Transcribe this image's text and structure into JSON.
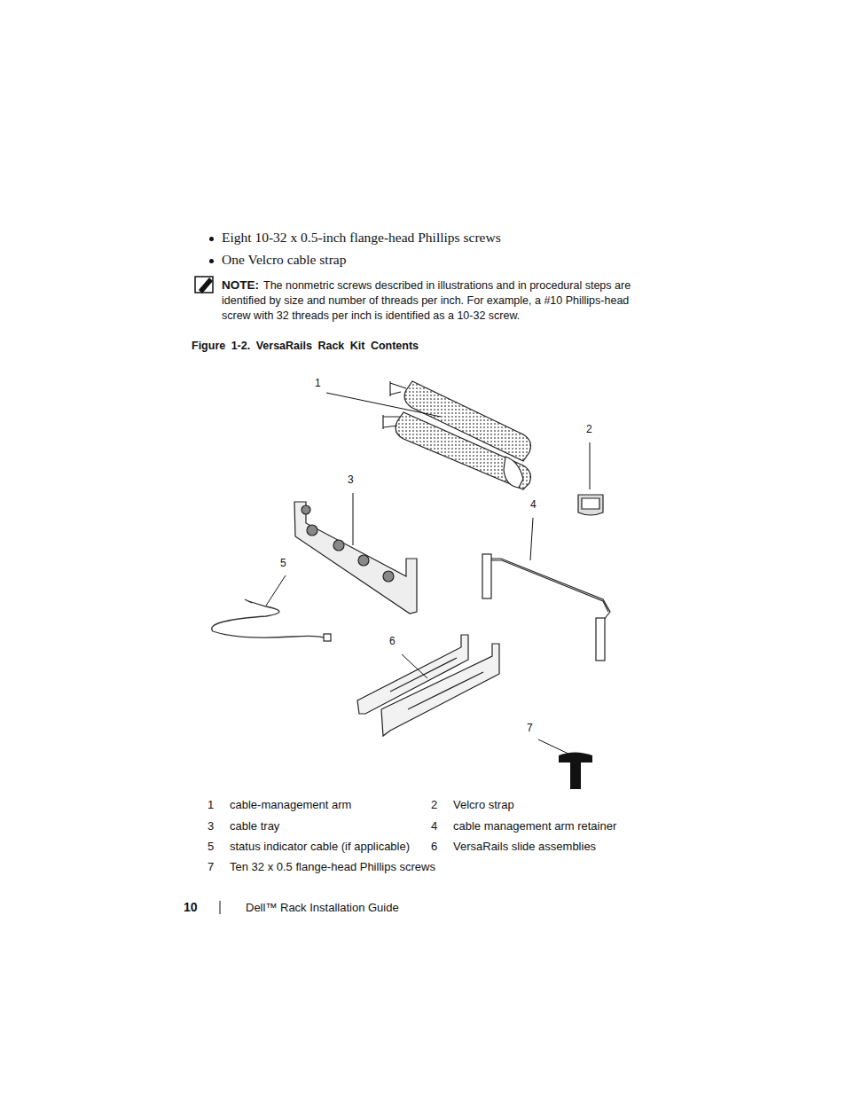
{
  "diagram": {
    "caption": "Figure 1-2. VersaRails Rack Kit Contents",
    "labels": [
      "Eight 10-32 x 0.5-inch flange-head Phillips screws",
      "One Velcro cable strap",
      "NOTE:",
      "The nonmetric screws described in illustrations and in procedural steps are identified by size and number of threads per inch. For example, a #10 Phillips-head screw with 32 threads per inch is identified as a 10-32 screw.",
      "1",
      "2",
      "3",
      "4",
      "5",
      "6",
      "7",
      "1",
      "cable-management arm",
      "2",
      "Velcro strap",
      "3",
      "cable tray",
      "4",
      "cable management arm retainer",
      "5",
      "status indicator cable (if applicable)",
      "6",
      "VersaRails slide assemblies",
      "7",
      "Ten 32 x 0.5 flange-head Phillips screws",
      "10",
      "Dell™ Rack Installation Guide"
    ]
  }
}
